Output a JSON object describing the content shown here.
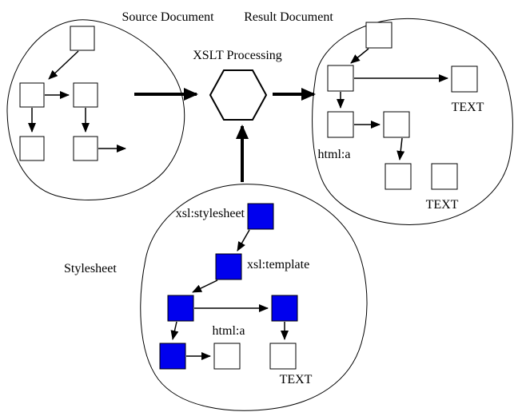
{
  "diagram": {
    "titles": {
      "source": "Source Document",
      "result": "Result Document",
      "processing": "XSLT Processing",
      "stylesheet": "Stylesheet"
    },
    "result_labels": {
      "html_a": "html:a",
      "text_right": "TEXT",
      "text_bottom": "TEXT"
    },
    "stylesheet_labels": {
      "xsl_stylesheet": "xsl:stylesheet",
      "xsl_template": "xsl:template",
      "html_a": "html:a",
      "text": "TEXT"
    },
    "colors": {
      "template_node": "#0000ee",
      "document_node": "#ffffff",
      "line": "#000000",
      "background": "#ffffff"
    }
  }
}
